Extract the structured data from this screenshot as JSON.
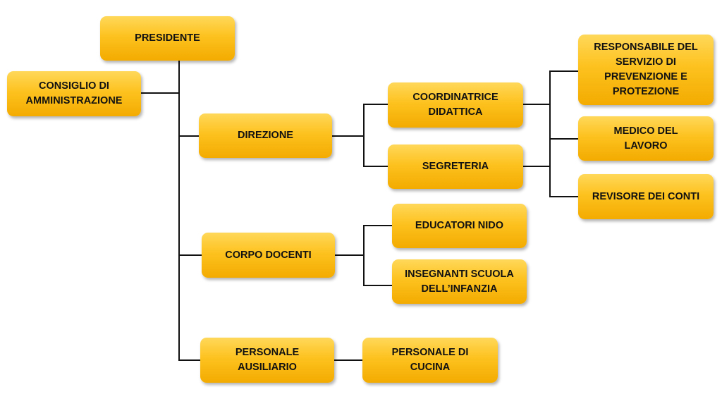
{
  "nodes": {
    "presidente": {
      "label": "PRESIDENTE"
    },
    "consiglio": {
      "label": "CONSIGLIO DI\nAMMINISTRAZIONE"
    },
    "direzione": {
      "label": "DIREZIONE"
    },
    "corpo_docenti": {
      "label": "CORPO DOCENTI"
    },
    "personale_ausiliario": {
      "label": "PERSONALE\nAUSILIARIO"
    },
    "coordinatrice": {
      "label": "COORDINATRICE\nDIDATTICA"
    },
    "segreteria": {
      "label": "SEGRETERIA"
    },
    "educatori_nido": {
      "label": "EDUCATORI NIDO"
    },
    "insegnanti": {
      "label": "INSEGNANTI SCUOLA\nDELL’INFANZIA"
    },
    "personale_cucina": {
      "label": "PERSONALE DI\nCUCINA"
    },
    "rspp": {
      "label": "RESPONSABILE DEL\nSERVIZIO DI\nPREVENZIONE E\nPROTEZIONE"
    },
    "medico": {
      "label": "MEDICO DEL\nLAVORO"
    },
    "revisore": {
      "label": "REVISORE DEI CONTI"
    }
  },
  "colors": {
    "box_fill": "#fdc21f",
    "connector": "#111111"
  }
}
